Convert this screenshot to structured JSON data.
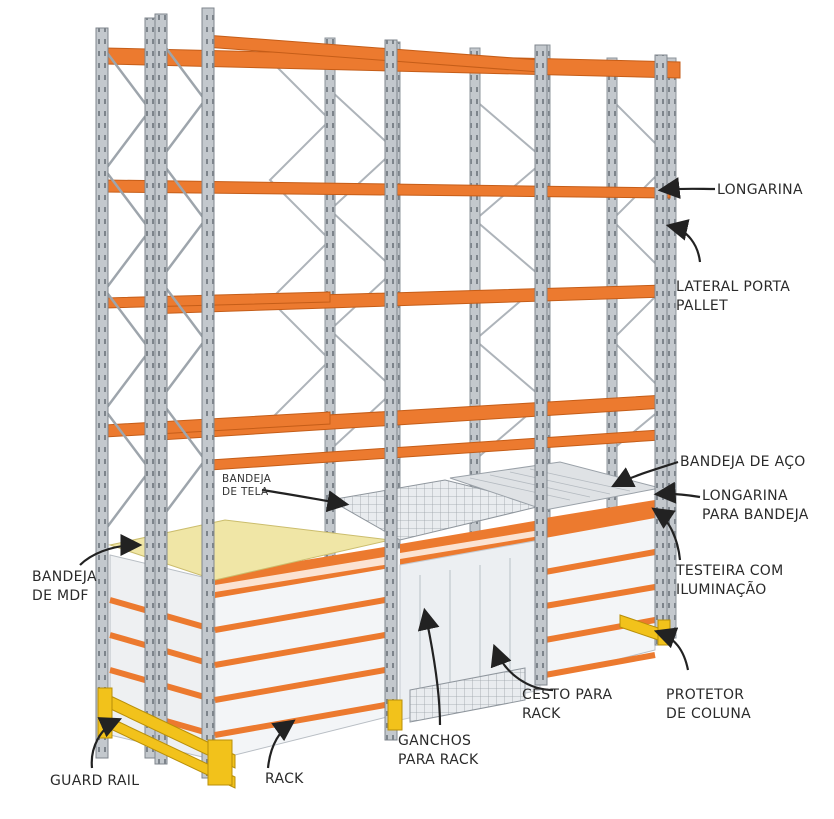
{
  "colors": {
    "upright": "#c3c8cd",
    "beam": "#ec7a2f",
    "mdf": "#f0e6a6",
    "steel_tray": "#dfe2e5",
    "shelf": "#f1f3f5",
    "guard": "#f2c21b",
    "arrow": "#222222"
  },
  "labels": {
    "longarina": "LONGARINA",
    "lateral_1": "LATERAL PORTA",
    "lateral_2": "PALLET",
    "bandeja_aco": "BANDEJA DE AÇO",
    "longarina_bandeja_1": "LONGARINA",
    "longarina_bandeja_2": "PARA BANDEJA",
    "testeira_1": "TESTEIRA COM",
    "testeira_2": "ILUMINAÇÃO",
    "protetor_1": "PROTETOR",
    "protetor_2": "DE COLUNA",
    "cesto_1": "CESTO PARA",
    "cesto_2": "RACK",
    "ganchos_1": "GANCHOS",
    "ganchos_2": "PARA RACK",
    "rack": "RACK",
    "guard_rail": "GUARD RAIL",
    "mdf_1": "BANDEJA",
    "mdf_2": "DE MDF",
    "tela_1": "BANDEJA",
    "tela_2": "DE TELA"
  }
}
